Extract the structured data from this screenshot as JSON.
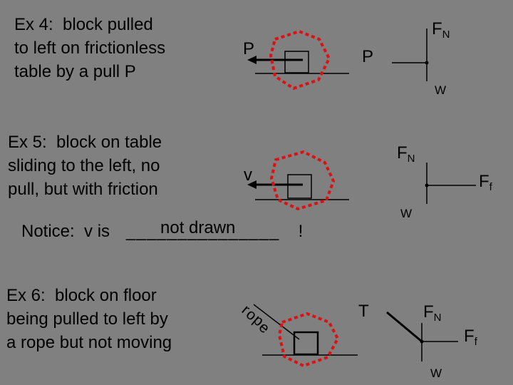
{
  "examples": [
    {
      "lines": [
        "Ex 4:  block pulled",
        "to left on frictionless",
        "table by a pull P"
      ]
    },
    {
      "lines": [
        "Ex 5:  block on table",
        "sliding to the left, no",
        "pull, but with friction"
      ]
    },
    {
      "lines": [
        "Ex 6:  block on floor",
        "being pulled to left by",
        "a rope but not moving"
      ]
    }
  ],
  "notice": {
    "prefix": "Notice:  v is ",
    "blank": "_______________",
    "answer": "not drawn",
    "suffix": " !"
  },
  "ex4": {
    "block_label": "P",
    "fbd_pull_label": "P",
    "fbd_normal_main": "F",
    "fbd_normal_sub": "N",
    "fbd_weight_label": "W"
  },
  "ex5": {
    "block_label": "v",
    "fbd_normal_main": "F",
    "fbd_normal_sub": "N",
    "fbd_friction_main": "F",
    "fbd_friction_sub": "f",
    "fbd_weight_label": "W"
  },
  "ex6": {
    "rope_letters": [
      "r",
      "o",
      "p",
      "e"
    ],
    "fbd_tension_label": "T",
    "fbd_normal_main": "F",
    "fbd_normal_sub": "N",
    "fbd_friction_main": "F",
    "fbd_friction_sub": "f",
    "fbd_weight_label": "W"
  },
  "colors": {
    "background": "#808080",
    "ink": "#000000",
    "system_outline": "#dd1111"
  }
}
